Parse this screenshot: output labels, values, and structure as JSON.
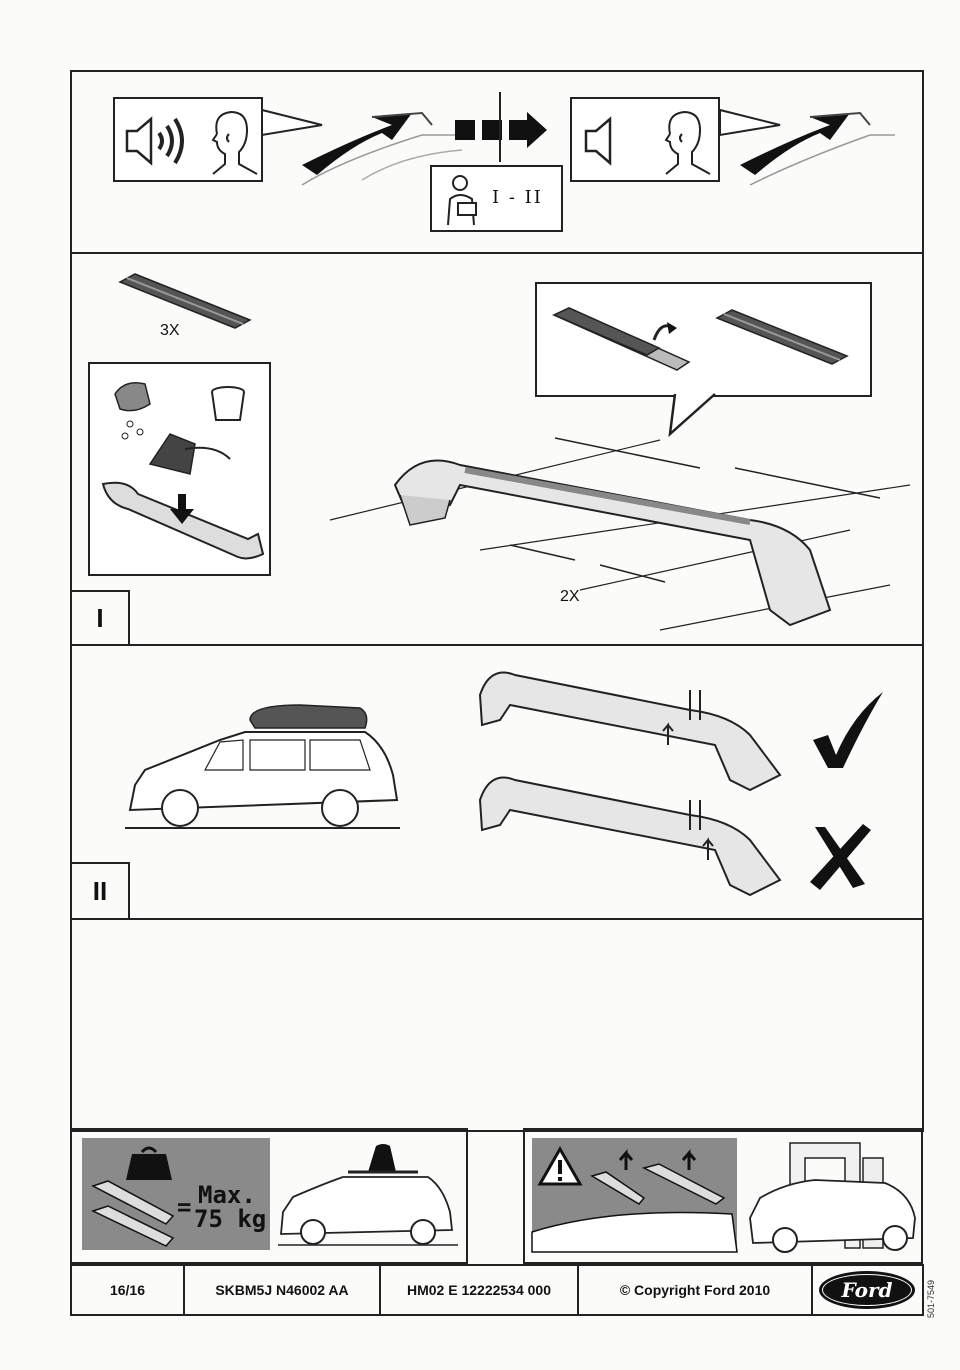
{
  "step_labels": {
    "step1": "I",
    "step2": "II",
    "step_range": "I - II"
  },
  "quantities": {
    "strips": "3X",
    "bars": "2X"
  },
  "load": {
    "equals": "=",
    "max_line1": "Max.",
    "max_line2": "75 kg"
  },
  "footer": {
    "page": "16/16",
    "doc_code": "SKBM5J N46002 AA",
    "part_code": "HM02 E 12222534 000",
    "copyright": "© Copyright Ford 2010",
    "logo_text": "Ford"
  },
  "side_code": "501-7549"
}
